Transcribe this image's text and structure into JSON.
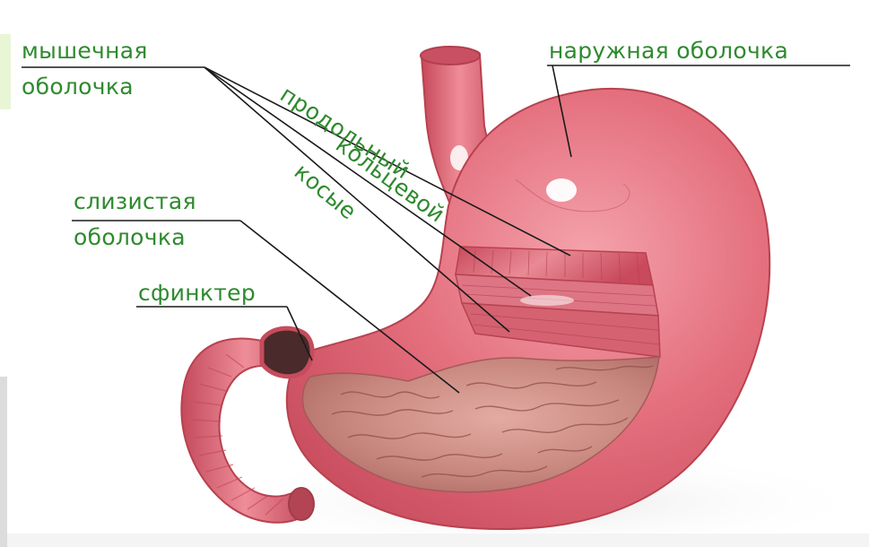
{
  "labels": {
    "muscular_line1": "мышечная",
    "muscular_line2": "оболочка",
    "outer_membrane": "наружная оболочка",
    "longitudinal": "продольный",
    "circular": "кольцевой",
    "oblique": "косые",
    "mucosa_line1": "слизистая",
    "mucosa_line2": "оболочка",
    "sphincter": "сфинктер"
  },
  "colors": {
    "label_text": "#2e8a2e",
    "leader_line": "#1a1a1a",
    "stomach_wall": "#e8707e",
    "stomach_dark": "#c4485a",
    "muscle_layer": "#d65a6a",
    "mucosa": "#c98f86",
    "background": "#ffffff"
  },
  "icons": [
    "stomach-illustration"
  ]
}
